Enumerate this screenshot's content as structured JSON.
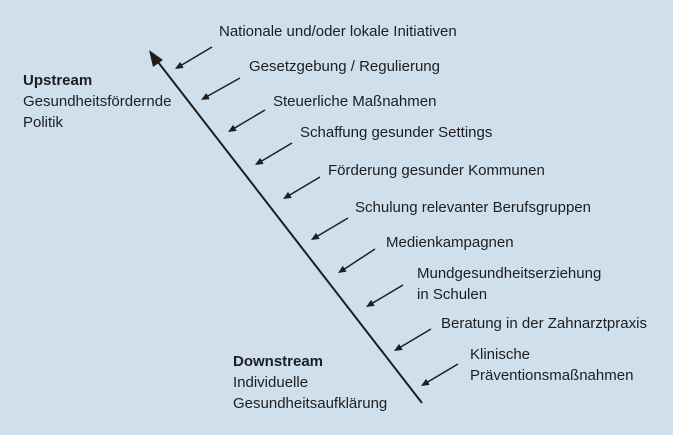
{
  "upstream": {
    "title": "Upstream",
    "line1": "Gesundheitsfördernde",
    "line2": "Politik"
  },
  "downstream": {
    "title": "Downstream",
    "line1": "Individuelle",
    "line2": "Gesundheitsaufklärung"
  },
  "measures": [
    {
      "lines": [
        "Nationale und/oder lokale Initiativen"
      ]
    },
    {
      "lines": [
        "Gesetzgebung / Regulierung"
      ]
    },
    {
      "lines": [
        "Steuerliche Maßnahmen"
      ]
    },
    {
      "lines": [
        "Schaffung gesunder Settings"
      ]
    },
    {
      "lines": [
        "Förderung gesunder Kommunen"
      ]
    },
    {
      "lines": [
        "Schulung relevanter Berufsgruppen"
      ]
    },
    {
      "lines": [
        "Medienkampagnen"
      ]
    },
    {
      "lines": [
        "Mundgesundheitserziehung",
        "in Schulen"
      ]
    },
    {
      "lines": [
        "Beratung in der Zahnarztpraxis"
      ]
    },
    {
      "lines": [
        "Klinische",
        "Präventionsmaßnahmen"
      ]
    }
  ],
  "colors": {
    "background": "#d0dfec",
    "line": "#1e1e1e",
    "text": "#1e1e1e"
  }
}
